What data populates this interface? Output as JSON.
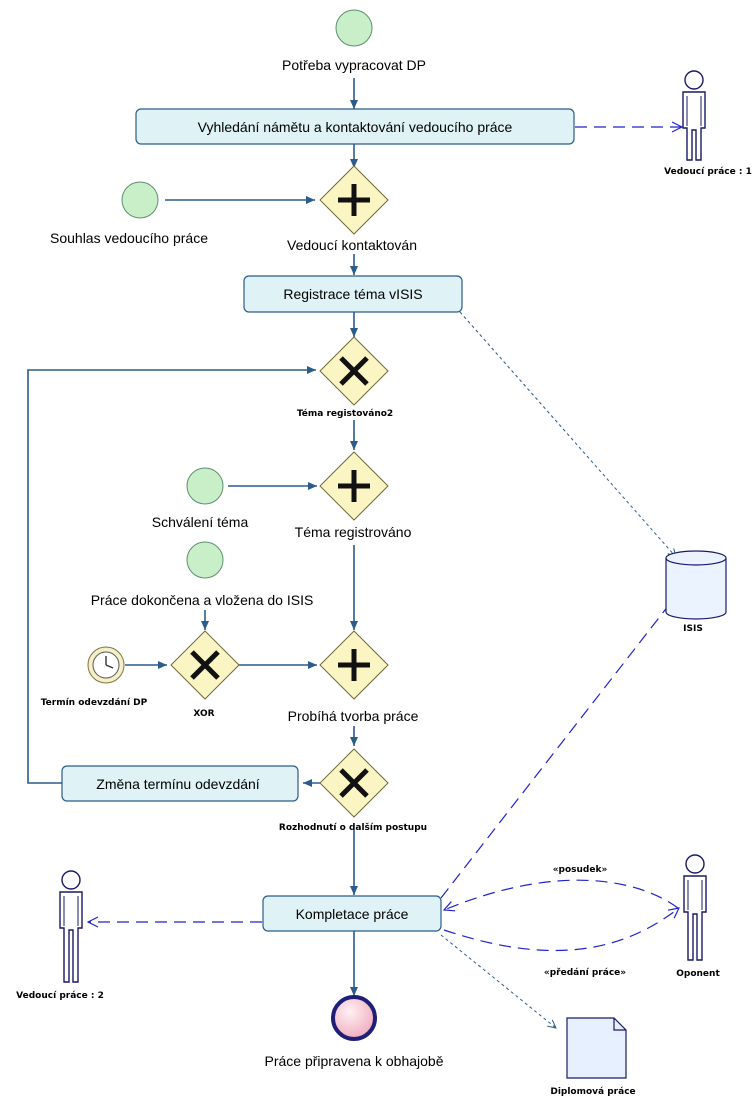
{
  "events": {
    "start1": "Potřeba vypracovat DP",
    "start2": "Souhlas vedoucího práce",
    "start3": "Schválení téma",
    "start4": "Práce dokončena a vložena do ISIS",
    "timer": "Termín odevzdání DP",
    "end": "Práce připravena k obhajobě"
  },
  "tasks": {
    "t1": "Vyhledání námětu a kontaktování vedoucího práce",
    "t2": "Registrace téma vISIS",
    "t3": "Změna termínu odevzdání",
    "t4": "Kompletace práce"
  },
  "gateways": {
    "g1": "Vedoucí kontaktován",
    "g2": "Téma registováno2",
    "g3": "Téma registrováno",
    "g4": "XOR",
    "g5": "Probíhá tvorba práce",
    "g6": "Rozhodnutí o dalším postupu"
  },
  "artifacts": {
    "actor1": "Vedoucí práce : 1",
    "actor2": "Vedoucí práce : 2",
    "actor3": "Oponent",
    "datastore": "ISIS",
    "document": "Diplomová práce",
    "assoc1": "«posudek»",
    "assoc2": "«předání práce»"
  },
  "colors": {
    "flow": "#2b5c8a",
    "association": "#2222cc",
    "task_fill": "#dff3f7",
    "gateway_fill": "#fbf5c4",
    "start_event_fill": "#c9efc9",
    "end_event_fill": "#f7c9d4"
  }
}
